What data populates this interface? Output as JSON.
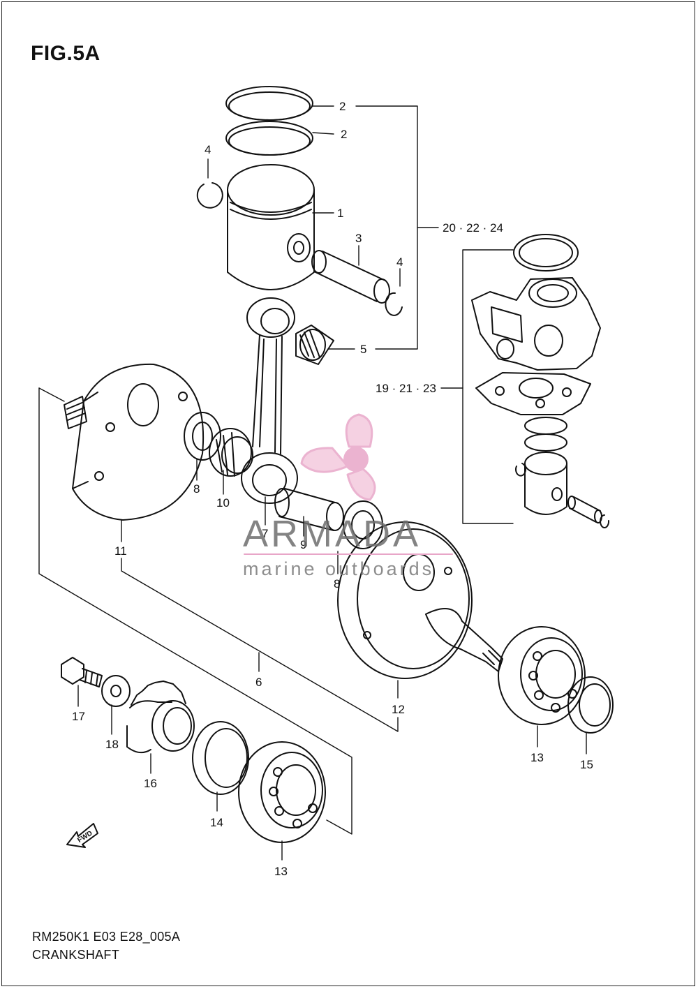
{
  "figure": {
    "title": "FIG.5A",
    "code": "RM250K1 E03 E28_005A",
    "name": "CRANKSHAFT"
  },
  "callouts": [
    {
      "id": "ring-top",
      "text": "2"
    },
    {
      "id": "ring-second",
      "text": "2"
    },
    {
      "id": "clip-left",
      "text": "4"
    },
    {
      "id": "piston",
      "text": "1"
    },
    {
      "id": "pin",
      "text": "3"
    },
    {
      "id": "clip-right",
      "text": "4"
    },
    {
      "id": "bearing-small",
      "text": "5"
    },
    {
      "id": "set-piston",
      "text": "20 · 22 · 24"
    },
    {
      "id": "set-cylinder",
      "text": "19 · 21 · 23"
    },
    {
      "id": "washer-left",
      "text": "8"
    },
    {
      "id": "bearing-big",
      "text": "10"
    },
    {
      "id": "rod",
      "text": "7"
    },
    {
      "id": "crankpin",
      "text": "9"
    },
    {
      "id": "washer-right",
      "text": "8"
    },
    {
      "id": "crank-left",
      "text": "11"
    },
    {
      "id": "crank-assy",
      "text": "6"
    },
    {
      "id": "crank-right",
      "text": "12"
    },
    {
      "id": "bolt",
      "text": "17"
    },
    {
      "id": "washer-bolt",
      "text": "18"
    },
    {
      "id": "gear",
      "text": "16"
    },
    {
      "id": "seal-left",
      "text": "14"
    },
    {
      "id": "main-bearing-left",
      "text": "13"
    },
    {
      "id": "main-bearing-right",
      "text": "13"
    },
    {
      "id": "seal-right",
      "text": "15"
    }
  ],
  "direction_badge": "FWD",
  "watermark": {
    "brand": "ARMADA",
    "tagline": "marine outboards",
    "accent_color": "#e8a6c8"
  }
}
